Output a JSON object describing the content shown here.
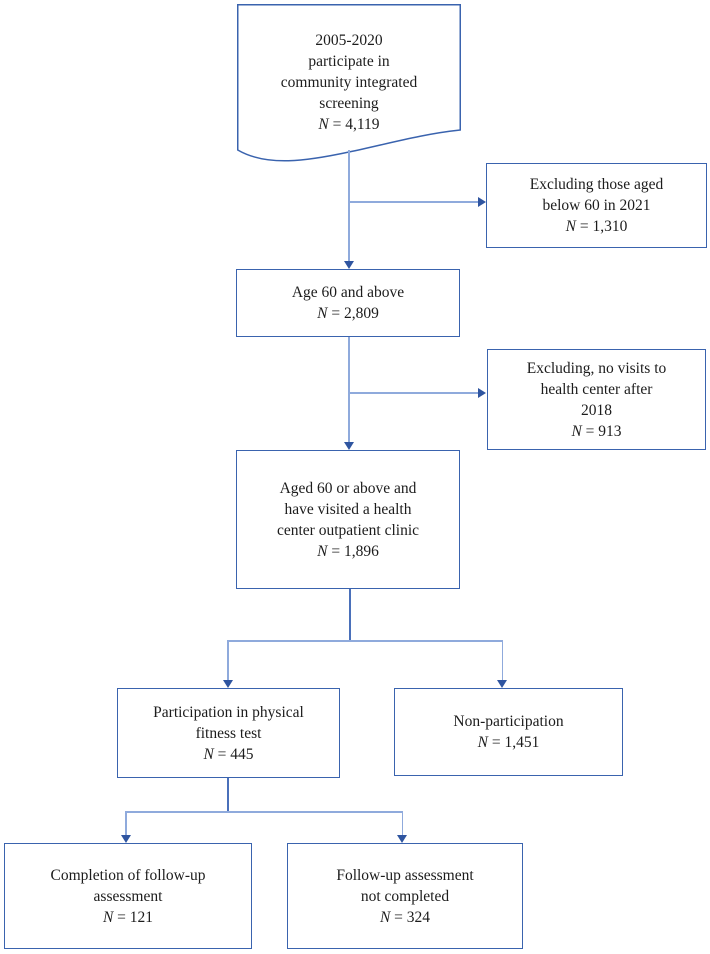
{
  "figure": {
    "type": "flowchart",
    "background": "#ffffff"
  },
  "colors": {
    "box_border": "#3a63ae",
    "connector_line": "#8faadc",
    "connector_stub": "#4a70ba",
    "arrowhead": "#2f55a0",
    "text": "#1c1c1c"
  },
  "nodes": {
    "screening": {
      "shape": "document",
      "lines": [
        "2005-2020",
        "participate in",
        "community integrated",
        "screening"
      ],
      "n_var": "N",
      "n_rest": " = 4,119"
    },
    "excl_age": {
      "shape": "rect",
      "lines": [
        "Excluding those aged",
        "below 60 in 2021"
      ],
      "n_var": "N",
      "n_rest": " = 1,310"
    },
    "age60": {
      "shape": "rect",
      "lines": [
        "Age 60 and above"
      ],
      "n_var": "N",
      "n_rest": " = 2,809"
    },
    "excl_visits": {
      "shape": "rect",
      "lines": [
        "Excluding, no visits to",
        "health center after",
        "2018"
      ],
      "n_var": "N",
      "n_rest": " = 913"
    },
    "aged60_clinic": {
      "shape": "rect",
      "lines": [
        "Aged 60 or above and",
        "have visited a health",
        "center outpatient clinic"
      ],
      "n_var": "N",
      "n_rest": " = 1,896"
    },
    "participation": {
      "shape": "rect",
      "lines": [
        "Participation in physical",
        "fitness test"
      ],
      "n_var": "N",
      "n_rest": " = 445"
    },
    "non_participation": {
      "shape": "rect",
      "lines": [
        "Non-participation"
      ],
      "n_var": "N",
      "n_rest": " = 1,451"
    },
    "completed": {
      "shape": "rect",
      "lines": [
        "Completion of follow-up",
        "assessment"
      ],
      "n_var": "N",
      "n_rest": " = 121"
    },
    "not_completed": {
      "shape": "rect",
      "lines": [
        "Follow-up assessment",
        "not completed"
      ],
      "n_var": "N",
      "n_rest": " = 324"
    }
  }
}
